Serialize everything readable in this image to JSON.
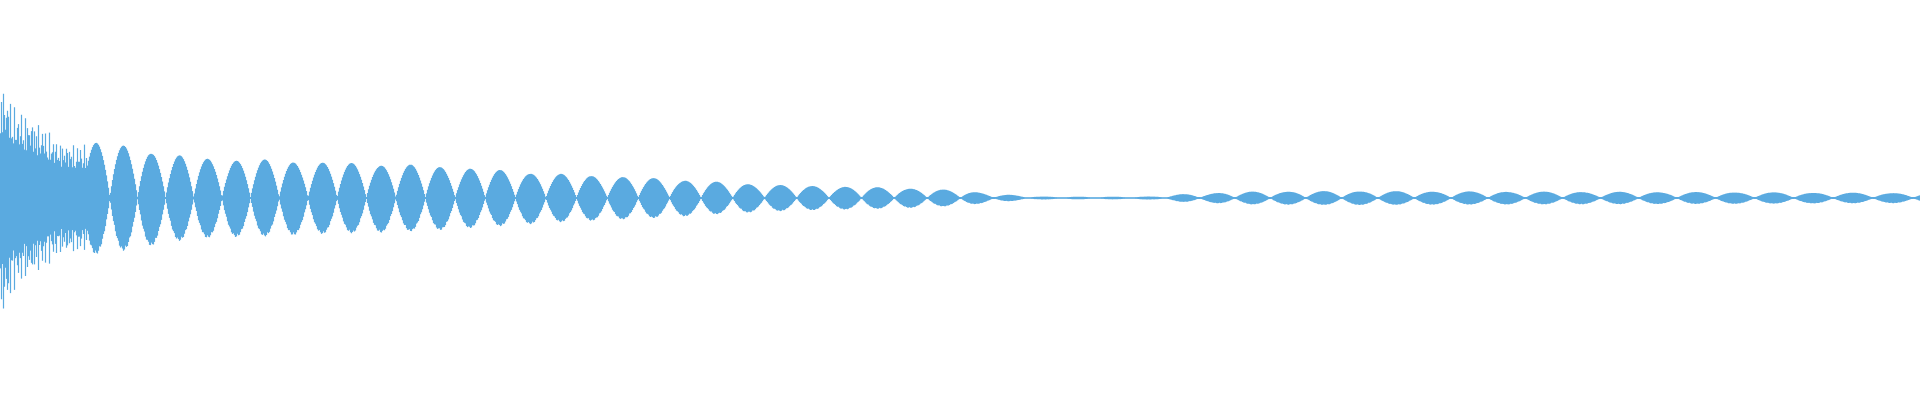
{
  "waveform": {
    "color": "#5aaae0",
    "background": "#ffffff",
    "description_visible_text": "",
    "envelope_points": [
      [
        0.0,
        1.0
      ],
      [
        0.008,
        0.72
      ],
      [
        0.016,
        0.64
      ],
      [
        0.03,
        0.46
      ],
      [
        0.05,
        0.44
      ],
      [
        0.07,
        0.4
      ],
      [
        0.09,
        0.34
      ],
      [
        0.11,
        0.31
      ],
      [
        0.14,
        0.3
      ],
      [
        0.17,
        0.28
      ],
      [
        0.2,
        0.27
      ],
      [
        0.23,
        0.25
      ],
      [
        0.26,
        0.22
      ],
      [
        0.29,
        0.19
      ],
      [
        0.32,
        0.17
      ],
      [
        0.35,
        0.15
      ],
      [
        0.38,
        0.12
      ],
      [
        0.41,
        0.1
      ],
      [
        0.44,
        0.09
      ],
      [
        0.47,
        0.08
      ],
      [
        0.5,
        0.06
      ],
      [
        0.52,
        0.03
      ],
      [
        0.54,
        0.012
      ],
      [
        0.57,
        0.01
      ],
      [
        0.6,
        0.012
      ],
      [
        0.615,
        0.03
      ],
      [
        0.65,
        0.05
      ],
      [
        0.7,
        0.055
      ],
      [
        0.75,
        0.052
      ],
      [
        0.8,
        0.05
      ],
      [
        0.85,
        0.048
      ],
      [
        0.9,
        0.046
      ],
      [
        0.95,
        0.042
      ],
      [
        1.0,
        0.04
      ]
    ]
  }
}
